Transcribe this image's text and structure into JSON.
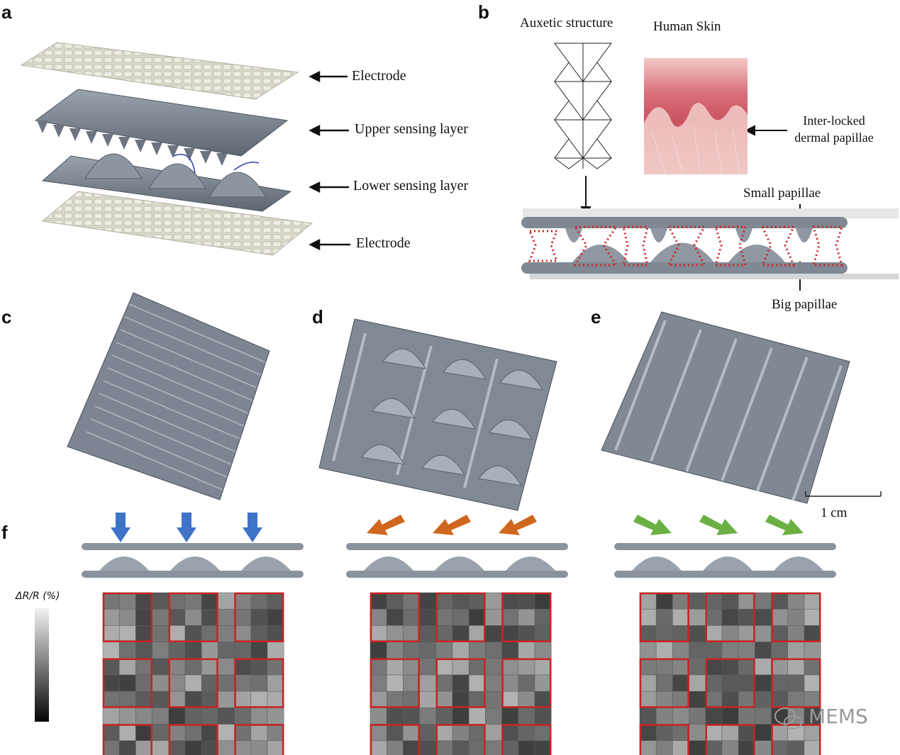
{
  "panels": {
    "a": {
      "letter": "a",
      "labels": [
        "Electrode",
        "Upper sensing layer",
        "Lower sensing layer",
        "Electrode"
      ]
    },
    "b": {
      "letter": "b",
      "auxetic_title": "Auxetic  structure",
      "skin_title": "Human  Skin",
      "interlocked_line1": "Inter-locked",
      "interlocked_line2": "dermal papillae",
      "small_papillae": "Small papillae",
      "big_papillae": "Big papillae"
    },
    "c": {
      "letter": "c"
    },
    "d": {
      "letter": "d"
    },
    "e": {
      "letter": "e"
    },
    "scale_bar": {
      "label": "1 cm"
    },
    "f": {
      "letter": "f",
      "colorbar_title": "ΔR/R (%)",
      "arrow_colors": [
        "#3f73c8",
        "#d0671e",
        "#6ab043"
      ]
    }
  },
  "colors": {
    "highlight": "#cc2222",
    "device": "#7a8491",
    "electrode": "#d9d7c9"
  },
  "watermark": "MEMS"
}
